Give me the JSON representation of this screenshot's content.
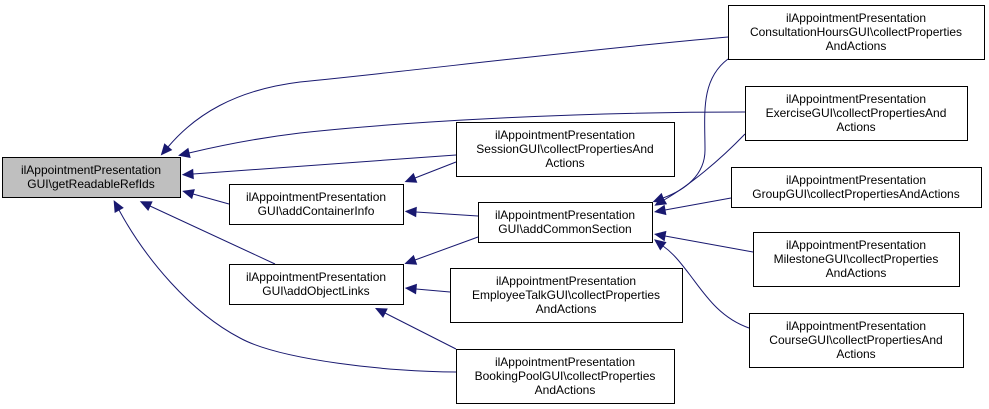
{
  "nodes": [
    {
      "id": "root",
      "lines": [
        "ilAppointmentPresentation",
        "GUI\\getReadableRefIds"
      ]
    },
    {
      "id": "addContainerInfo",
      "lines": [
        "ilAppointmentPresentation",
        "GUI\\addContainerInfo"
      ]
    },
    {
      "id": "addObjectLinks",
      "lines": [
        "ilAppointmentPresentation",
        "GUI\\addObjectLinks"
      ]
    },
    {
      "id": "addCommonSection",
      "lines": [
        "ilAppointmentPresentation",
        "GUI\\addCommonSection"
      ]
    },
    {
      "id": "session",
      "lines": [
        "ilAppointmentPresentation",
        "SessionGUI\\collectPropertiesAnd",
        "Actions"
      ]
    },
    {
      "id": "employeeTalk",
      "lines": [
        "ilAppointmentPresentation",
        "EmployeeTalkGUI\\collectProperties",
        "AndActions"
      ]
    },
    {
      "id": "bookingPool",
      "lines": [
        "ilAppointmentPresentation",
        "BookingPoolGUI\\collectProperties",
        "AndActions"
      ]
    },
    {
      "id": "consultation",
      "lines": [
        "ilAppointmentPresentation",
        "ConsultationHoursGUI\\collectProperties",
        "AndActions"
      ]
    },
    {
      "id": "exercise",
      "lines": [
        "ilAppointmentPresentation",
        "ExerciseGUI\\collectPropertiesAnd",
        "Actions"
      ]
    },
    {
      "id": "group",
      "lines": [
        "ilAppointmentPresentation",
        "GroupGUI\\collectPropertiesAndActions"
      ]
    },
    {
      "id": "milestone",
      "lines": [
        "ilAppointmentPresentation",
        "MilestoneGUI\\collectProperties",
        "AndActions"
      ]
    },
    {
      "id": "course",
      "lines": [
        "ilAppointmentPresentation",
        "CourseGUI\\collectPropertiesAnd",
        "Actions"
      ]
    }
  ],
  "edges": [
    {
      "from": "addContainerInfo",
      "to": "root"
    },
    {
      "from": "addObjectLinks",
      "to": "root"
    },
    {
      "from": "session",
      "to": "root"
    },
    {
      "from": "bookingPool",
      "to": "root"
    },
    {
      "from": "consultation",
      "to": "root"
    },
    {
      "from": "exercise",
      "to": "root"
    },
    {
      "from": "session",
      "to": "addContainerInfo"
    },
    {
      "from": "addCommonSection",
      "to": "addContainerInfo"
    },
    {
      "from": "addCommonSection",
      "to": "addObjectLinks"
    },
    {
      "from": "employeeTalk",
      "to": "addObjectLinks"
    },
    {
      "from": "bookingPool",
      "to": "addObjectLinks"
    },
    {
      "from": "consultation",
      "to": "addCommonSection"
    },
    {
      "from": "exercise",
      "to": "addCommonSection"
    },
    {
      "from": "group",
      "to": "addCommonSection"
    },
    {
      "from": "milestone",
      "to": "addCommonSection"
    },
    {
      "from": "course",
      "to": "addCommonSection"
    }
  ],
  "colors": {
    "edge": "#191970",
    "root_fill": "#bfbfbf",
    "node_fill": "#ffffff",
    "node_border": "#000000"
  }
}
